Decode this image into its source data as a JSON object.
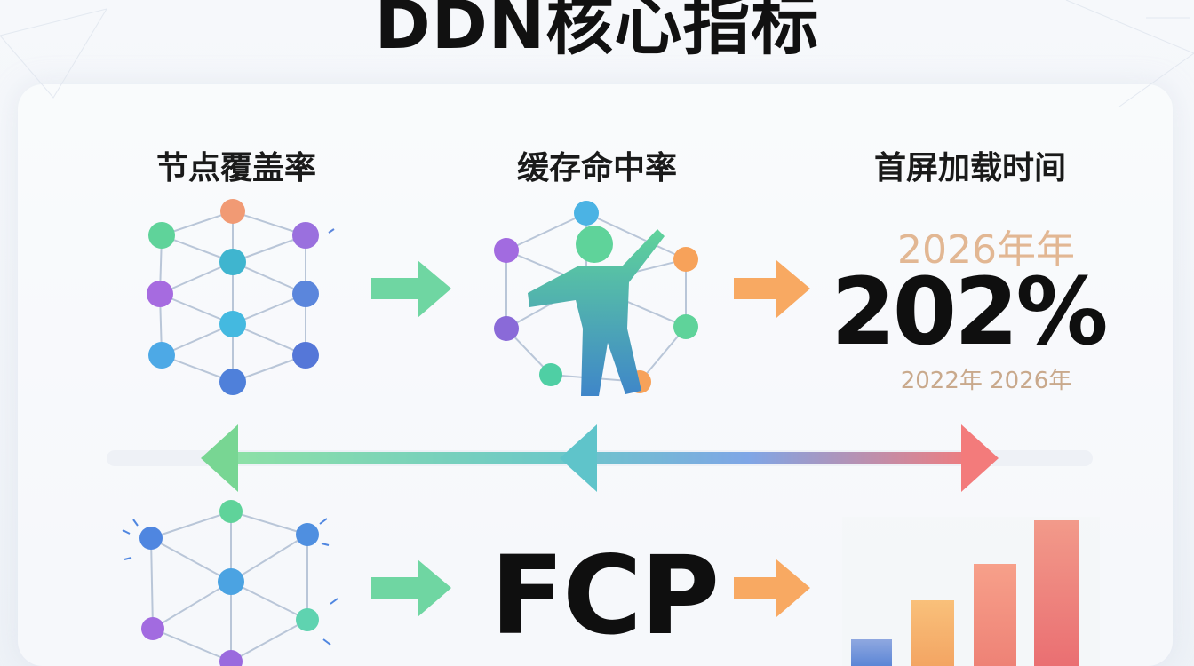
{
  "title": "DDN核心指标",
  "metrics": [
    {
      "label": "节点覆盖率"
    },
    {
      "label": "缓存命中率"
    },
    {
      "label": "首屏加载时间"
    }
  ],
  "trend": {
    "year_label": "2026年年",
    "value": "202%",
    "range_label": "2022年 2026年"
  },
  "fcp_label": "FCP",
  "icons": [
    "network-node-icon",
    "user-network-icon",
    "bar-chart-icon",
    "arrow-right-icon",
    "double-arrow-icon"
  ],
  "colors": {
    "green": "#5fd39a",
    "teal": "#44c2c4",
    "blue": "#4d8fe0",
    "purple": "#a26be0",
    "orange": "#f7a25a",
    "red": "#f07a7a"
  }
}
